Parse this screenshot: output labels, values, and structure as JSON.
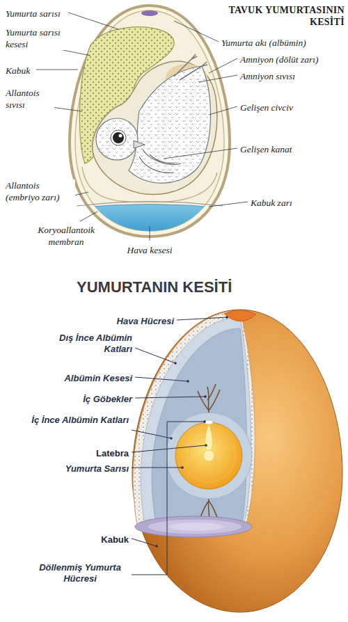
{
  "diagram": {
    "title": "TAVUK YUMURTASININ KESİTİ",
    "labels": [
      "Yumurta sarısı",
      "Yumurta sarısı kesesi",
      "Kabuk",
      "Allantois sıvısı",
      "Allantois (embriyo zarı)",
      "Koryoallantoik membran",
      "Hava kesesi",
      "Yumurta akı (albümin)",
      "Amniyon (dölüt zarı)",
      "Amniyon sıvısı",
      "Gelişen civciv",
      "Gelişen kanat",
      "Kabuk zarı",
      "YUMURTANIN KESİTİ",
      "Hava Hücresi",
      "Dış İnce Albümin Katları",
      "Albümin Kesesi",
      "İç Göbekler",
      "İç İnce Albümin Katları",
      "Latebra",
      "Yumurta Sarısı",
      "Kabuk",
      "Döllenmiş Yumurta Hücresi"
    ]
  }
}
